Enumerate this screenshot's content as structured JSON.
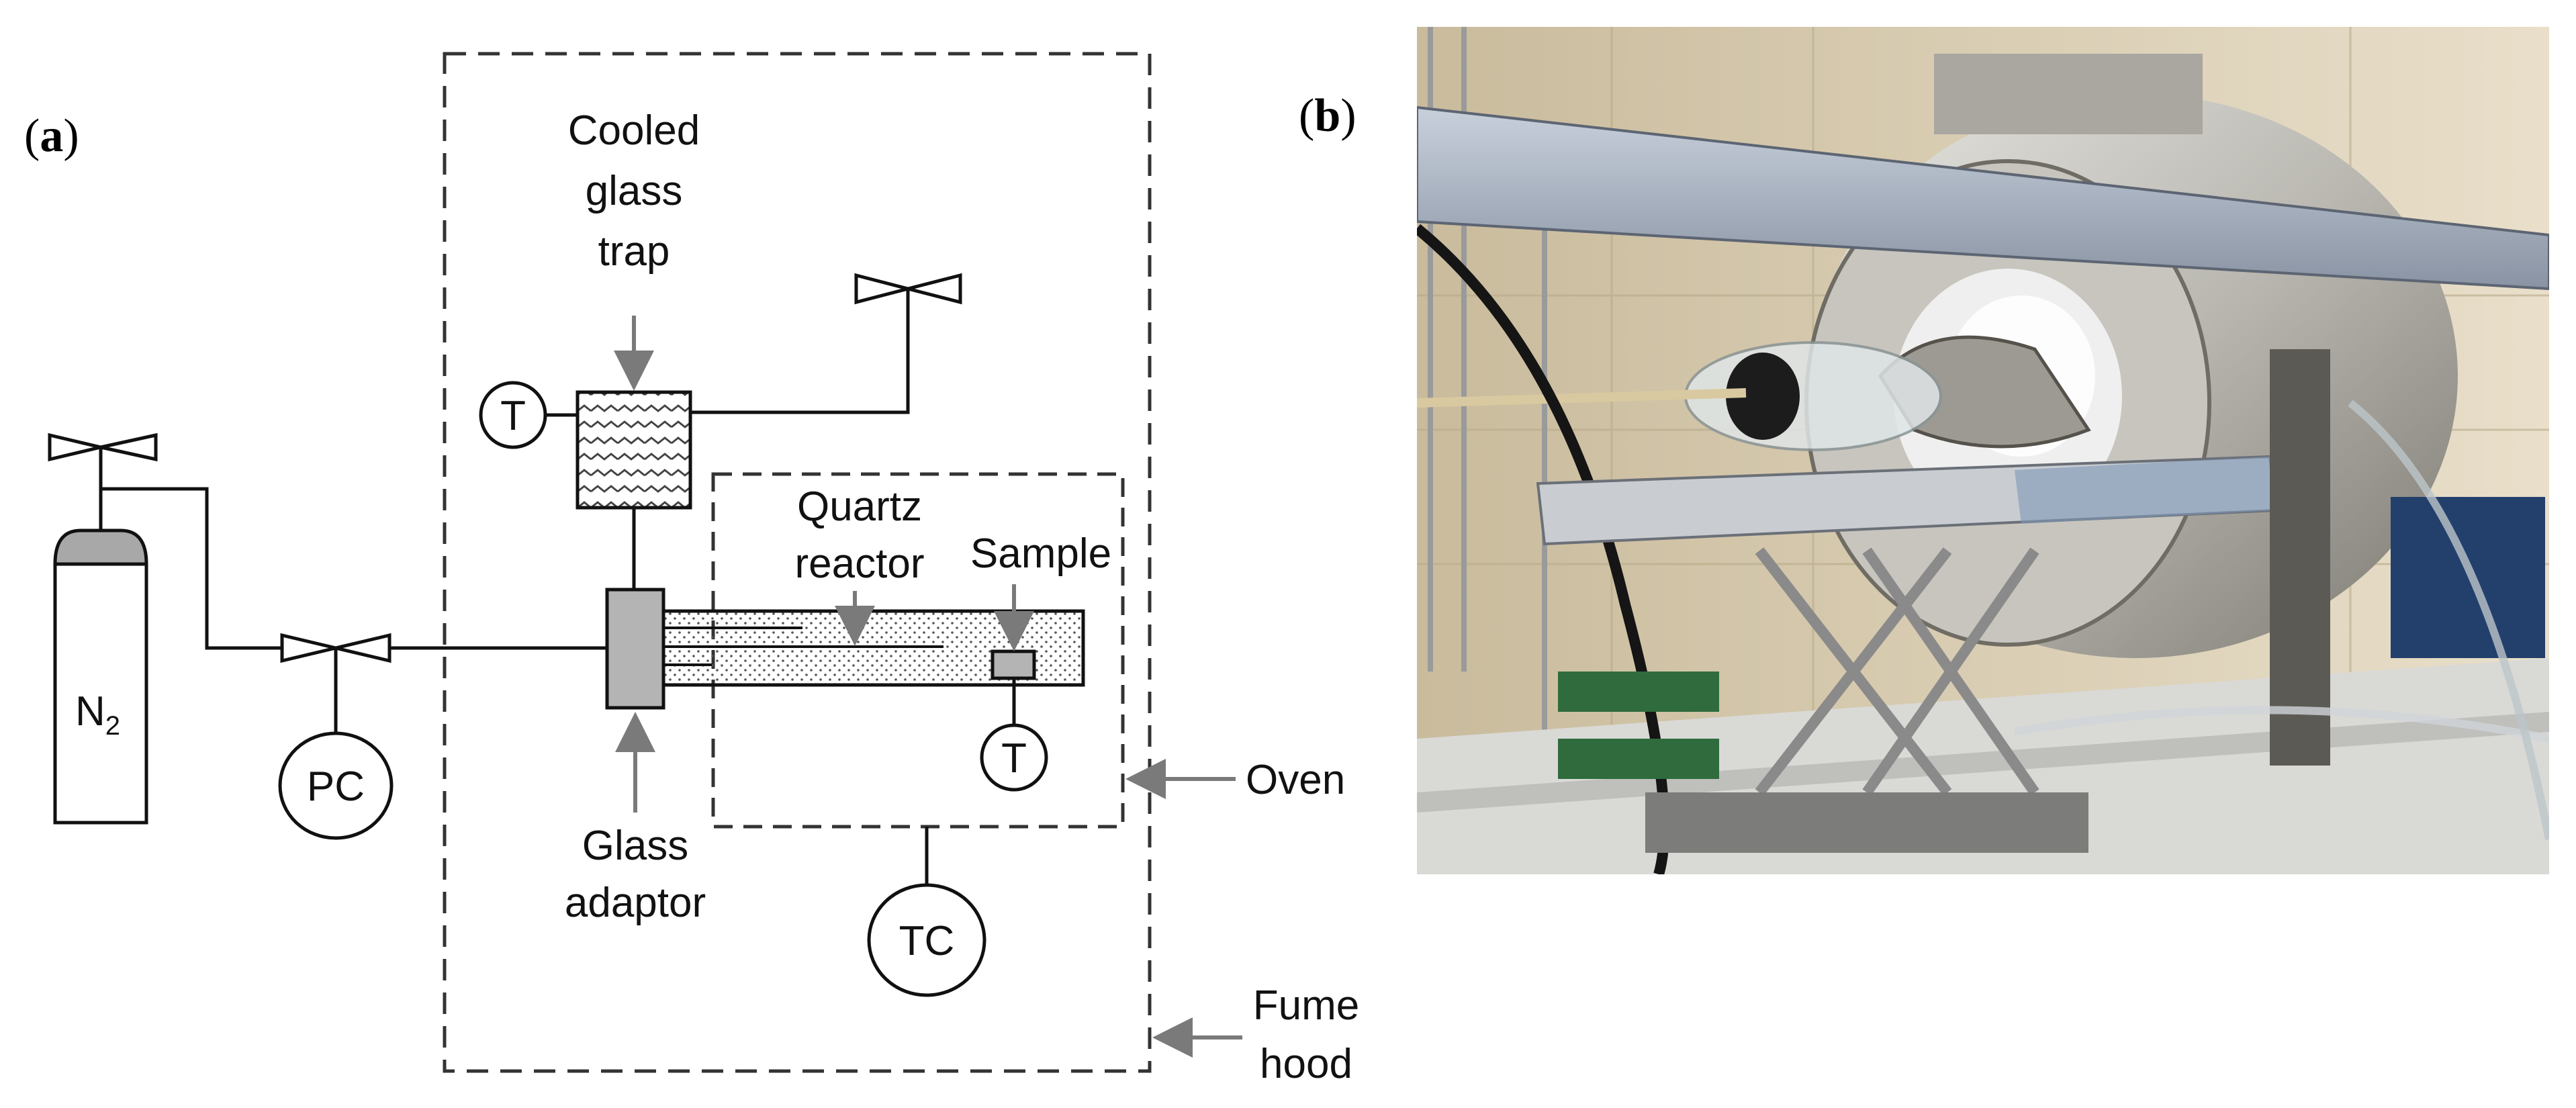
{
  "panel_a": {
    "label_open": "(",
    "label_letter": "a",
    "label_close": ")",
    "components": {
      "cooled_glass_trap": [
        "Cooled",
        "glass",
        "trap"
      ],
      "quartz_reactor": [
        "Quartz",
        "reactor"
      ],
      "sample": "Sample",
      "glass_adaptor": [
        "Glass",
        "adaptor"
      ],
      "oven": "Oven",
      "fume_hood": [
        "Fume",
        "hood"
      ],
      "nitrogen_main": "N",
      "nitrogen_sub": "2",
      "pressure_controller": "PC",
      "temperature_controller": "TC",
      "thermometer_trap": "T",
      "thermometer_sample": "T"
    }
  },
  "panel_b": {
    "label_open": "(",
    "label_letter": "b",
    "label_close": ")"
  },
  "colors": {
    "line": "#111111",
    "dashed": "#333333",
    "arrow": "#7a7a7a",
    "adaptor_fill": "#b4b4b4",
    "cylinder_cap": "#a8a8a8",
    "photo_wall": "#d8cdb4"
  },
  "icons": [
    "valve-icon",
    "gas-cylinder-icon",
    "thermometer-icon",
    "fume-hood-frame",
    "oven-frame"
  ]
}
